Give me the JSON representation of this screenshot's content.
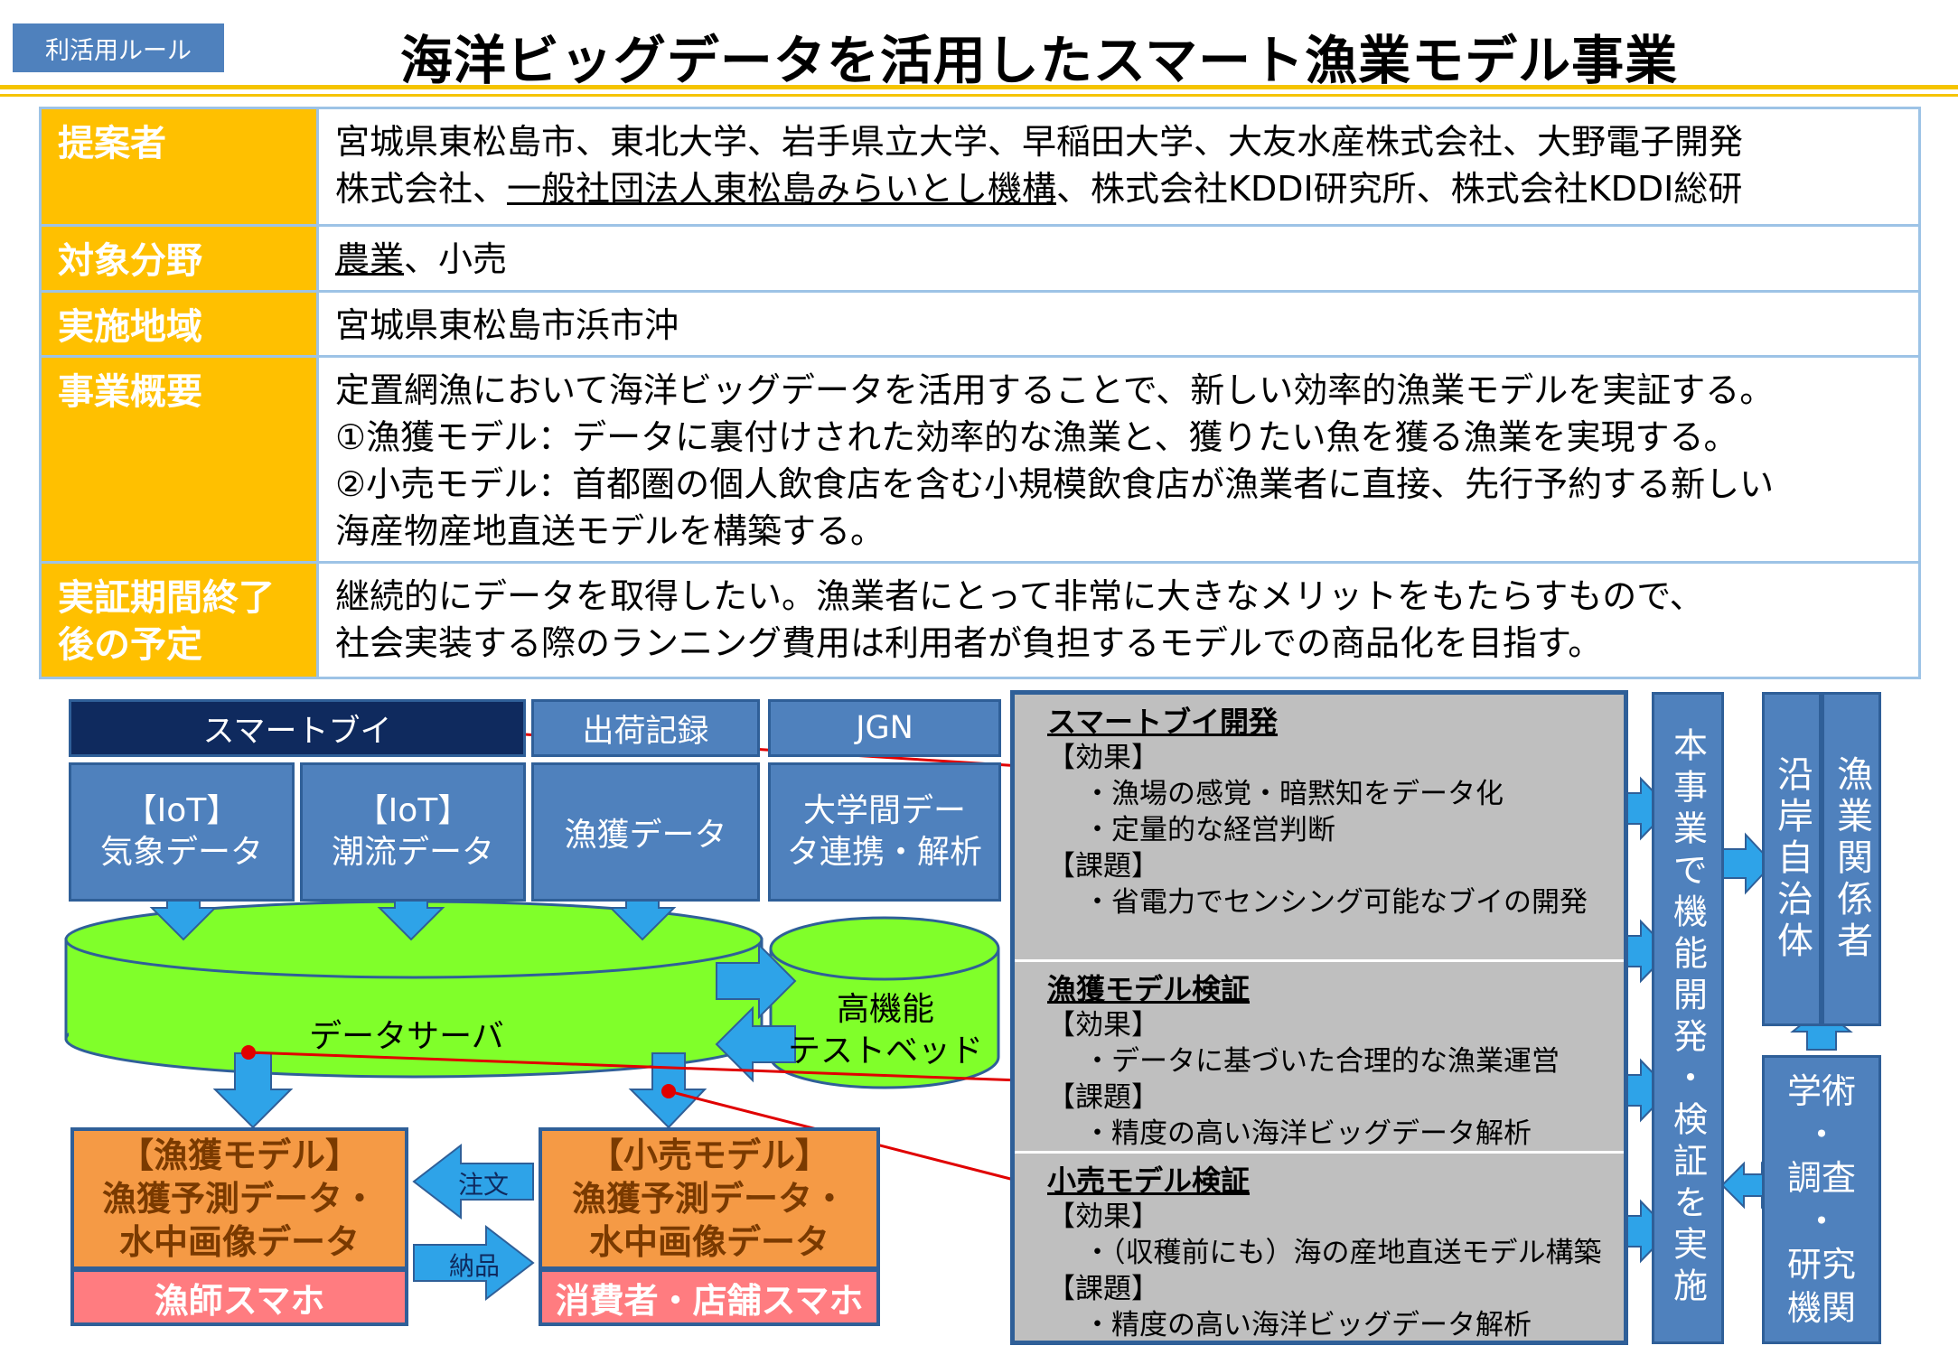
{
  "header": {
    "tag": "利活用ルール",
    "title": "海洋ビッグデータを活用したスマート漁業モデル事業"
  },
  "summary": {
    "proposer_label": "提案者",
    "proposer_line1": "宮城県東松島市、東北大学、岩手県立大学、早稲田大学、大友水産株式会社、大野電子開発",
    "proposer_line2_a": "株式会社、",
    "proposer_line2_b": "一般社団法人東松島みらいとし機構",
    "proposer_line2_c": "、株式会社KDDI研究所、株式会社KDDI総研",
    "field_label": "対象分野",
    "field_a": "農業",
    "field_b": "、小売",
    "region_label": "実施地域",
    "region": "宮城県東松島市浜市沖",
    "overview_label": "事業概要",
    "overview_line1": "定置網漁において海洋ビッグデータを活用することで、新しい効率的漁業モデルを実証する。",
    "overview_line2": "①漁獲モデル：データに裏付けされた効率的な漁業と、獲りたい魚を獲る漁業を実現する。",
    "overview_line3": "②小売モデル：首都圏の個人飲食店を含む小規模飲食店が漁業者に直接、先行予約する新しい",
    "overview_line4": "海産物産地直送モデルを構築する。",
    "plan_label": "実証期間終了後の予定",
    "plan_line1": "継続的にデータを取得したい。漁業者にとって非常に大きなメリットをもたらすもので、",
    "plan_line2": "社会実装する際のランニング費用は利用者が負担するモデルでの商品化を目指す。"
  },
  "diagram": {
    "smart_buoy": "スマートブイ",
    "shipment": "出荷記録",
    "jgn": "JGN",
    "weather_1": "【IoT】",
    "weather_2": "気象データ",
    "tide_1": "【IoT】",
    "tide_2": "潮流データ",
    "catch_data": "漁獲データ",
    "univ_1": "大学間デー",
    "univ_2": "タ連携・解析",
    "data_server": "データサーバ",
    "testbed_1": "高機能",
    "testbed_2": "テストベッド",
    "catch_model_1": "【漁獲モデル】",
    "catch_model_2": "漁獲予測データ・",
    "catch_model_3": "水中画像データ",
    "fisher_phone": "漁師スマホ",
    "retail_model_1": "【小売モデル】",
    "retail_model_2": "漁獲予測データ・",
    "retail_model_3": "水中画像データ",
    "consumer_phone": "消費者・店舗スマホ",
    "order": "注文",
    "delivery": "納品"
  },
  "panel": {
    "s1_title": "スマートブイ開発",
    "s1_effect": "【効果】",
    "s1_e1": "・漁場の感覚・暗黙知をデータ化",
    "s1_e2": "・定量的な経営判断",
    "s1_issue": "【課題】",
    "s1_i1": "・省電力でセンシング可能なブイの開発",
    "s2_title": "漁獲モデル検証",
    "s2_effect": "【効果】",
    "s2_e1": "・データに基づいた合理的な漁業運営",
    "s2_issue": "【課題】",
    "s2_i1": "・精度の高い海洋ビッグデータ解析",
    "s3_title": "小売モデル検証",
    "s3_effect": "【効果】",
    "s3_e1": "・（収穫前にも）海の産地直送モデル構築",
    "s3_issue": "【課題】",
    "s3_i1": "・精度の高い海洋ビッグデータ解析"
  },
  "side": {
    "project": "本事業で機能開発・検証を実施",
    "coastal": "沿岸自治体",
    "fishery": "漁業関係者",
    "academic_1": "学術",
    "academic_2": "・",
    "academic_3": "調査",
    "academic_4": "・",
    "academic_5": "研究",
    "academic_6": "機関"
  },
  "colors": {
    "label_bg": "#ffc000",
    "box_blue": "#4f81bd",
    "box_dark": "#0f2a5e",
    "server_green": "#80ff2a",
    "model_orange": "#f59a45",
    "phone_pink": "#ff7c80",
    "panel_gray": "#bfbfbf",
    "arrow_blue": "#2ea3e8",
    "connector_red": "#e00000"
  }
}
